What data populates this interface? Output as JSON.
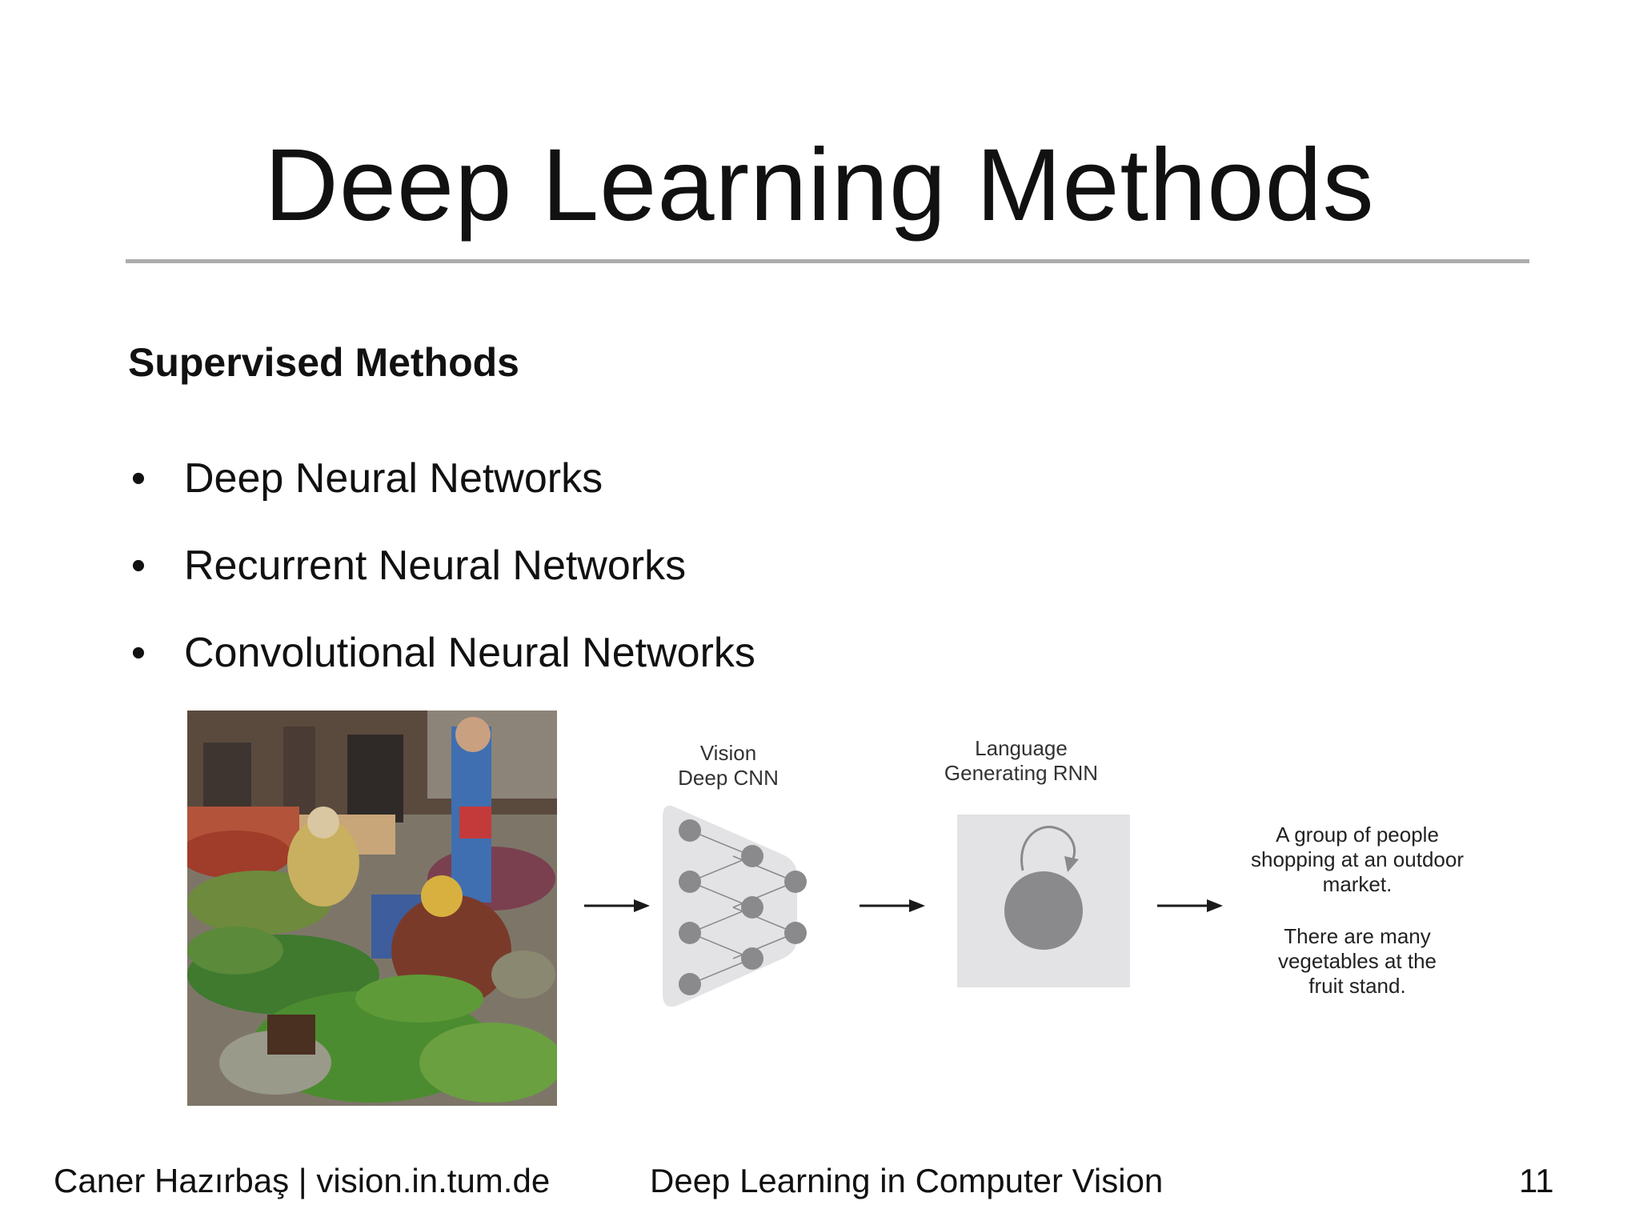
{
  "slide": {
    "title": "Deep Learning Methods",
    "section_heading": "Supervised Methods",
    "bullets": [
      "Deep Neural Networks",
      "Recurrent Neural Networks",
      "Convolutional Neural Networks"
    ],
    "bullet_glyph": "•"
  },
  "figure": {
    "cnn_label_line1": "Vision",
    "cnn_label_line2": "Deep CNN",
    "rnn_label_line1": "Language",
    "rnn_label_line2": "Generating RNN",
    "caption_lines_1": [
      "A group of people",
      "shopping at an outdoor",
      "market."
    ],
    "caption_lines_2": [
      "There are many",
      "vegetables at the",
      "fruit stand."
    ]
  },
  "footer": {
    "author": "Caner Hazırbaş | vision.in.tum.de",
    "course": "Deep Learning in Computer Vision",
    "page_number": "11"
  },
  "colors": {
    "rule": "#adadad",
    "diagram_fill": "#e3e3e5",
    "node": "#8a8a8c",
    "arrow": "#1a1a1a"
  }
}
